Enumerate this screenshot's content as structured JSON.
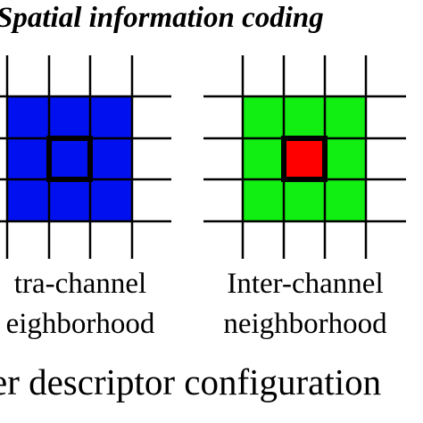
{
  "heading": "Spatial information coding",
  "left_panel": {
    "caption_line1": "tra-channel",
    "caption_line2": "eighborhood",
    "fill_color": "#0010ee",
    "center_color": "#0010ee"
  },
  "right_panel": {
    "caption_line1": "Inter-channel",
    "caption_line2": "neighborhood",
    "fill_color": "#11ee11",
    "center_color": "#ff0000"
  },
  "footer": "er descriptor configuration"
}
